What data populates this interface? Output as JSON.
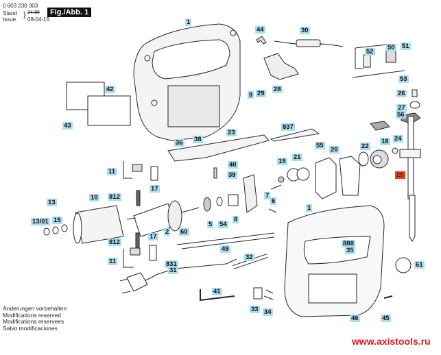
{
  "header": {
    "part_number": "0 603 230 303",
    "stand_label": "Stand",
    "issue_label": "Issue",
    "stand_value": "24-86",
    "issue_date": "08-04-15",
    "figure_label": "Fig./Abb. 1"
  },
  "footer": {
    "notes": [
      "Änderungen vorbehalten",
      "Modifications reserved",
      "Modifications reservees",
      "Salvo modificaciones"
    ],
    "url": "www.axistools.ru"
  },
  "colors": {
    "badge": "#a9ddef",
    "badge_highlight": "#e8401c",
    "url": "#e3141b"
  },
  "parts": [
    {
      "id": "p1a",
      "label": "1"
    },
    {
      "id": "p44",
      "label": "44"
    },
    {
      "id": "p30",
      "label": "30"
    },
    {
      "id": "p52",
      "label": "52"
    },
    {
      "id": "p50",
      "label": "50"
    },
    {
      "id": "p51",
      "label": "51"
    },
    {
      "id": "p42",
      "label": "42"
    },
    {
      "id": "p43",
      "label": "43"
    },
    {
      "id": "p9",
      "label": "9"
    },
    {
      "id": "p29",
      "label": "29"
    },
    {
      "id": "p28",
      "label": "28"
    },
    {
      "id": "p53",
      "label": "53"
    },
    {
      "id": "p26",
      "label": "26"
    },
    {
      "id": "p27",
      "label": "27"
    },
    {
      "id": "p56",
      "label": "56"
    },
    {
      "id": "p23",
      "label": "23"
    },
    {
      "id": "p38",
      "label": "38"
    },
    {
      "id": "p36",
      "label": "36"
    },
    {
      "id": "p837",
      "label": "837"
    },
    {
      "id": "p55",
      "label": "55"
    },
    {
      "id": "p20",
      "label": "20"
    },
    {
      "id": "p22",
      "label": "22"
    },
    {
      "id": "p18",
      "label": "18"
    },
    {
      "id": "p24",
      "label": "24"
    },
    {
      "id": "p11a",
      "label": "11"
    },
    {
      "id": "p40",
      "label": "40"
    },
    {
      "id": "p19",
      "label": "19"
    },
    {
      "id": "p21",
      "label": "21"
    },
    {
      "id": "p25",
      "label": "25",
      "highlight": true
    },
    {
      "id": "p17a",
      "label": "17"
    },
    {
      "id": "p39",
      "label": "39"
    },
    {
      "id": "p812a",
      "label": "812"
    },
    {
      "id": "p13",
      "label": "13"
    },
    {
      "id": "p10",
      "label": "10"
    },
    {
      "id": "p1301",
      "label": "13/01"
    },
    {
      "id": "p15",
      "label": "15"
    },
    {
      "id": "p7",
      "label": "7"
    },
    {
      "id": "p6",
      "label": "6"
    },
    {
      "id": "p1b",
      "label": "1"
    },
    {
      "id": "p5",
      "label": "5"
    },
    {
      "id": "p54",
      "label": "54"
    },
    {
      "id": "p8",
      "label": "8"
    },
    {
      "id": "p2",
      "label": "2"
    },
    {
      "id": "p60",
      "label": "60"
    },
    {
      "id": "p17b",
      "label": "17"
    },
    {
      "id": "p812b",
      "label": "812"
    },
    {
      "id": "p49",
      "label": "49"
    },
    {
      "id": "p888",
      "label": "888"
    },
    {
      "id": "p35",
      "label": "35"
    },
    {
      "id": "p11b",
      "label": "11"
    },
    {
      "id": "p32",
      "label": "32"
    },
    {
      "id": "p831",
      "label": "831"
    },
    {
      "id": "p31",
      "label": "31"
    },
    {
      "id": "p61",
      "label": "61"
    },
    {
      "id": "p41",
      "label": "41"
    },
    {
      "id": "p33",
      "label": "33"
    },
    {
      "id": "p34",
      "label": "34"
    },
    {
      "id": "p46",
      "label": "46"
    },
    {
      "id": "p45",
      "label": "45"
    }
  ]
}
